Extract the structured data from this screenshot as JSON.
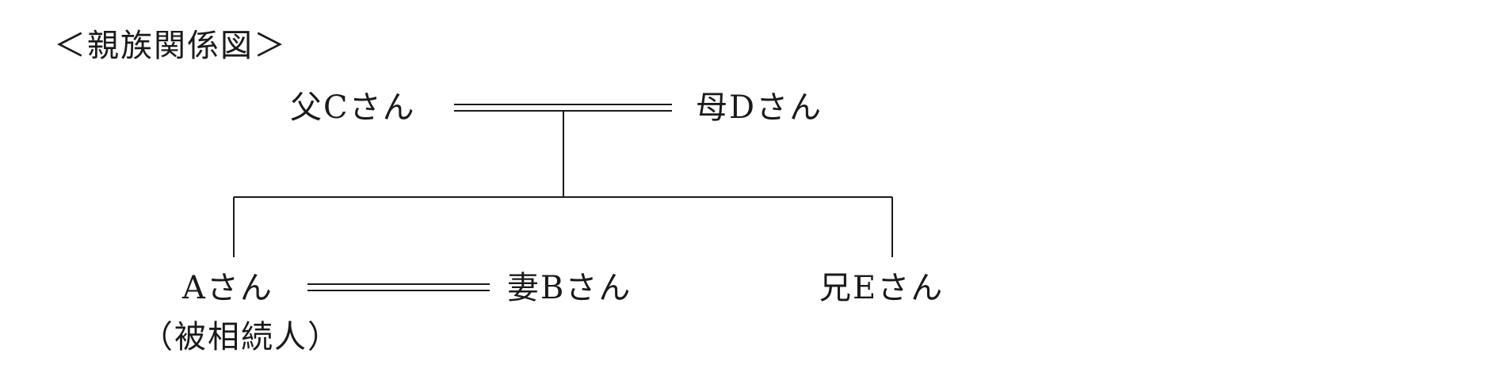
{
  "title": "＜親族関係図＞",
  "people": {
    "father": "父Cさん",
    "mother": "母Dさん",
    "person_a": "Aさん",
    "person_a_note": "（被相続人）",
    "wife": "妻Bさん",
    "brother": "兄Eさん"
  }
}
